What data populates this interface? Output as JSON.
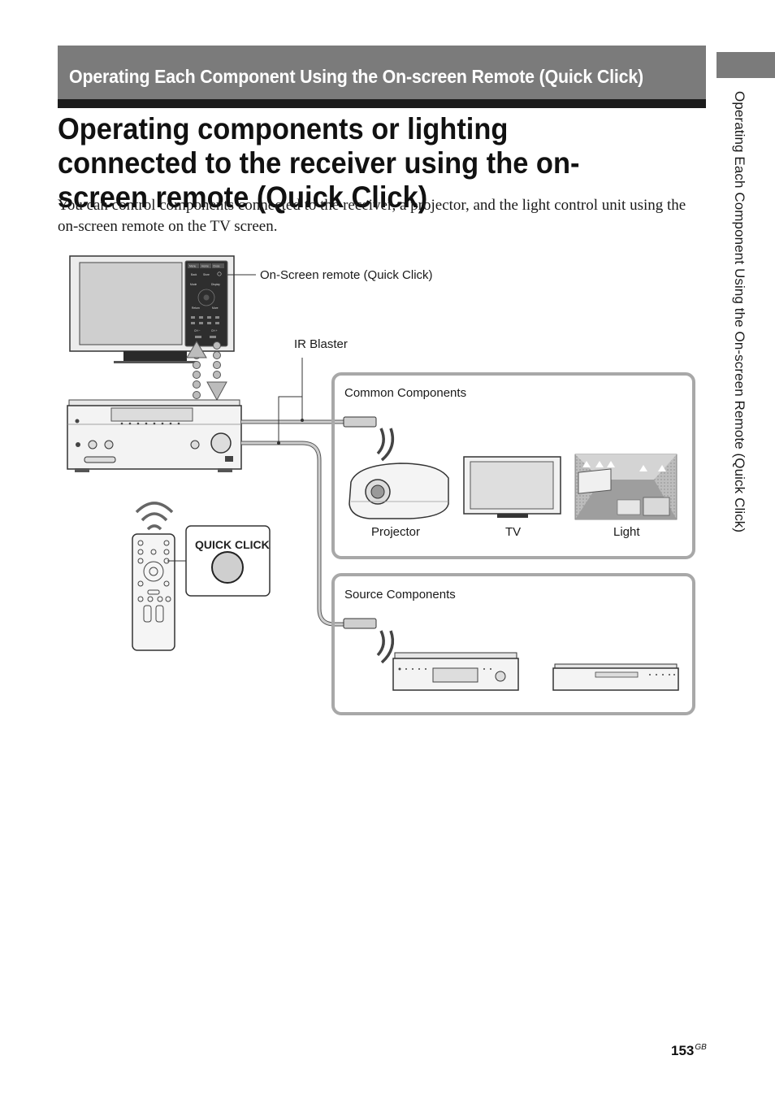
{
  "header": {
    "banner_title": "Operating Each Component Using the On-screen Remote (Quick Click)",
    "side_title": "Operating Each Component Using the On-screen Remote (Quick Click)"
  },
  "content": {
    "heading": "Operating components or lighting connected to the receiver using the on-screen remote (Quick Click)",
    "intro": "You can control components connected to the receiver, a projector, and the light control unit using the on-screen remote on the TV screen."
  },
  "diagram": {
    "label_onscreen_remote": "On-Screen remote (Quick Click)",
    "label_ir_blaster": "IR Blaster",
    "label_common_components": "Common Components",
    "label_projector": "Projector",
    "label_tv": "TV",
    "label_light": "Light",
    "label_source_components": "Source Components",
    "label_quick_click": "QUICK CLICK",
    "remote_buttons": {
      "menu": "Menu",
      "home": "Home",
      "close": "Close",
      "back": "Back",
      "store": "Store",
      "mode": "Mode",
      "return": "Return",
      "more": "More",
      "ch_minus": "CH −",
      "ch_plus": "CH +"
    }
  },
  "footer": {
    "page_number": "153",
    "page_suffix": "GB"
  },
  "colors": {
    "banner": "#7b7b7b",
    "banner_rule": "#1c1c1c",
    "panel_border": "#a8a8a8",
    "cable": "#9a9a9a"
  }
}
